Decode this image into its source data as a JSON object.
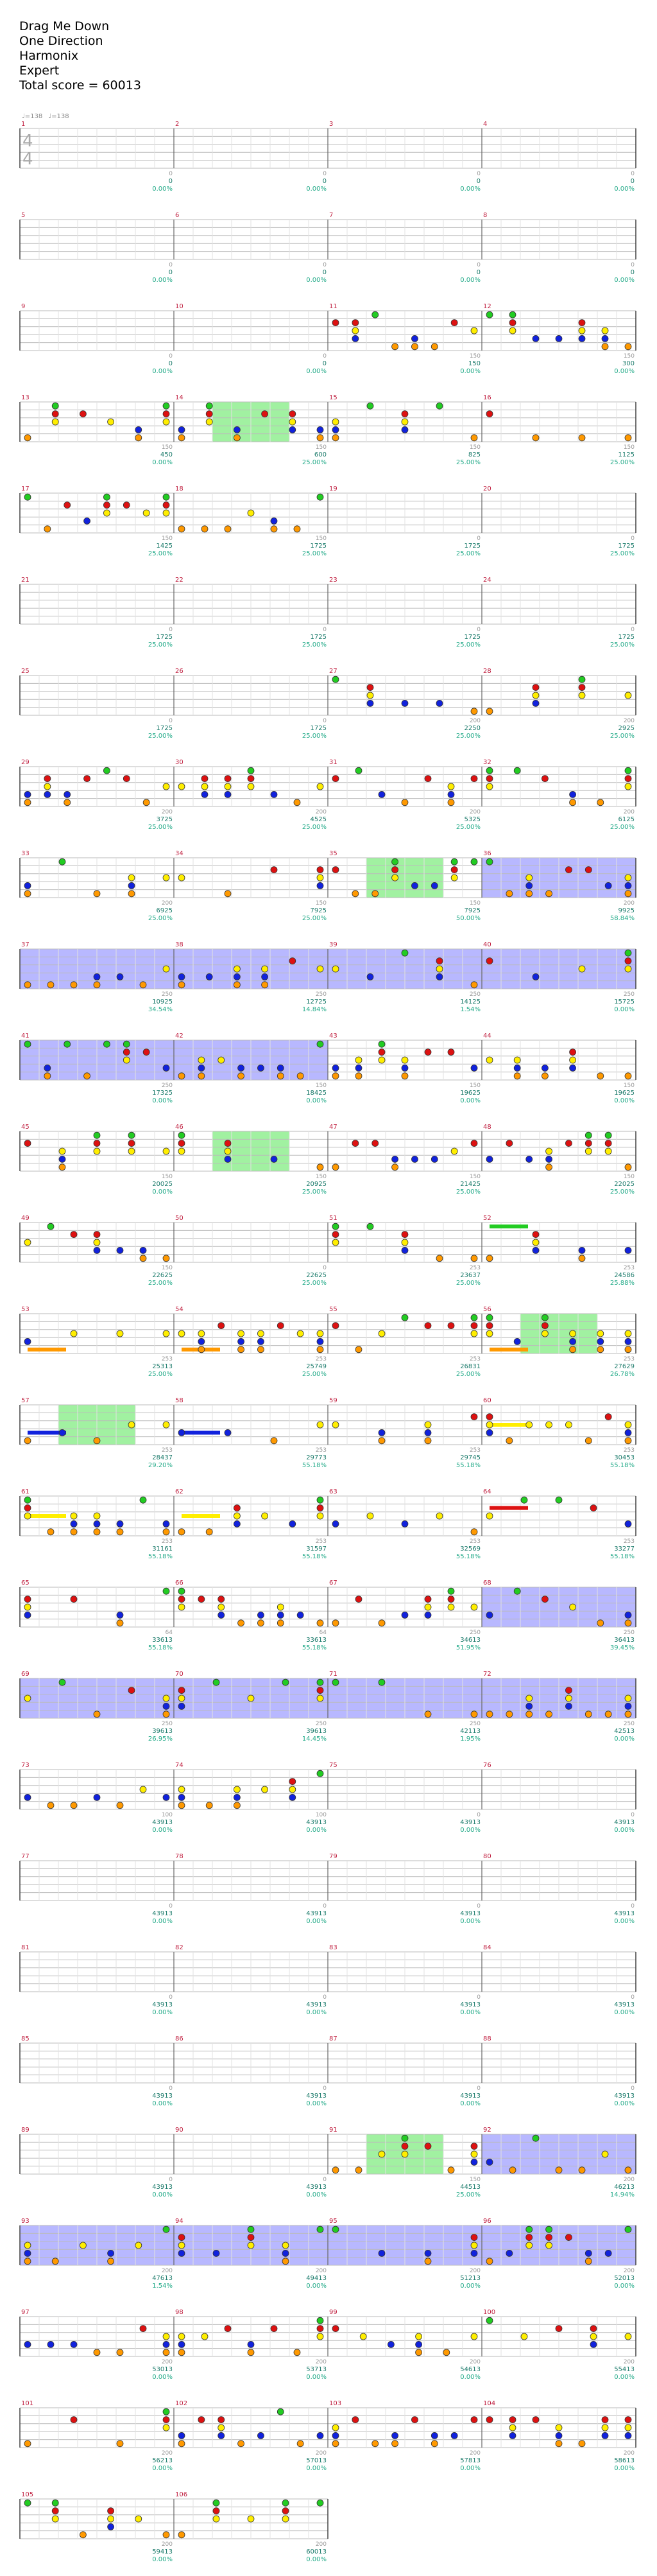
{
  "header": {
    "song_title": "Drag Me Down",
    "artist": "One Direction",
    "charter": "Harmonix",
    "difficulty": "Expert",
    "total_score_text": "Total score = 60013"
  },
  "tempo_markers": [
    "♩=138",
    "♩=138"
  ],
  "time_signature": {
    "numerator": "4",
    "denominator": "4"
  },
  "colors": {
    "green": "#22cc22",
    "red": "#dd1111",
    "yellow": "#ffee00",
    "blue": "#1122dd",
    "orange": "#ff9900",
    "star_power": "#90ee90",
    "overdrive": "#8888ff",
    "measure_number": "#c02040",
    "score_text": "#1a7a6a",
    "percent_text": "#22aa88",
    "notes_count": "#999999"
  },
  "measures": [
    {
      "num": 1,
      "count": "0",
      "score": "0",
      "pct": "0.00%"
    },
    {
      "num": 2,
      "count": "0",
      "score": "0",
      "pct": "0.00%"
    },
    {
      "num": 3,
      "count": "0",
      "score": "0",
      "pct": "0.00%"
    },
    {
      "num": 4,
      "count": "0",
      "score": "0",
      "pct": "0.00%"
    },
    {
      "num": 5,
      "count": "0",
      "score": "0",
      "pct": "0.00%"
    },
    {
      "num": 6,
      "count": "0",
      "score": "0",
      "pct": "0.00%"
    },
    {
      "num": 7,
      "count": "0",
      "score": "0",
      "pct": "0.00%"
    },
    {
      "num": 8,
      "count": "0",
      "score": "0",
      "pct": "0.00%"
    },
    {
      "num": 9,
      "count": "0",
      "score": "0",
      "pct": "0.00%"
    },
    {
      "num": 10,
      "count": "0",
      "score": "0",
      "pct": "0.00%"
    },
    {
      "num": 11,
      "count": "150",
      "score": "150",
      "pct": "0.00%"
    },
    {
      "num": 12,
      "count": "150",
      "score": "300",
      "pct": "0.00%"
    },
    {
      "num": 13,
      "count": "150",
      "score": "450",
      "pct": "0.00%"
    },
    {
      "num": 14,
      "count": "150",
      "score": "600",
      "pct": "25.00%"
    },
    {
      "num": 15,
      "count": "150",
      "score": "825",
      "pct": "25.00%"
    },
    {
      "num": 16,
      "count": "150",
      "score": "1125",
      "pct": "25.00%"
    },
    {
      "num": 17,
      "count": "150",
      "score": "1425",
      "pct": "25.00%"
    },
    {
      "num": 18,
      "count": "150",
      "score": "1725",
      "pct": "25.00%"
    },
    {
      "num": 19,
      "count": "0",
      "score": "1725",
      "pct": "25.00%"
    },
    {
      "num": 20,
      "count": "0",
      "score": "1725",
      "pct": "25.00%"
    },
    {
      "num": 21,
      "count": "0",
      "score": "1725",
      "pct": "25.00%"
    },
    {
      "num": 22,
      "count": "0",
      "score": "1725",
      "pct": "25.00%"
    },
    {
      "num": 23,
      "count": "0",
      "score": "1725",
      "pct": "25.00%"
    },
    {
      "num": 24,
      "count": "0",
      "score": "1725",
      "pct": "25.00%"
    },
    {
      "num": 25,
      "count": "0",
      "score": "1725",
      "pct": "25.00%"
    },
    {
      "num": 26,
      "count": "0",
      "score": "1725",
      "pct": "25.00%"
    },
    {
      "num": 27,
      "count": "200",
      "score": "2250",
      "pct": "25.00%"
    },
    {
      "num": 28,
      "count": "200",
      "score": "2925",
      "pct": "25.00%"
    },
    {
      "num": 29,
      "count": "200",
      "score": "3725",
      "pct": "25.00%"
    },
    {
      "num": 30,
      "count": "200",
      "score": "4525",
      "pct": "25.00%"
    },
    {
      "num": 31,
      "count": "200",
      "score": "5325",
      "pct": "25.00%"
    },
    {
      "num": 32,
      "count": "200",
      "score": "6125",
      "pct": "25.00%"
    },
    {
      "num": 33,
      "count": "200",
      "score": "6925",
      "pct": "25.00%"
    },
    {
      "num": 34,
      "count": "150",
      "score": "7925",
      "pct": "25.00%"
    },
    {
      "num": 35,
      "count": "150",
      "score": "7925",
      "pct": "50.00%"
    },
    {
      "num": 36,
      "count": "200",
      "score": "9925",
      "pct": "58.84%"
    },
    {
      "num": 37,
      "count": "250",
      "score": "10925",
      "pct": "34.54%"
    },
    {
      "num": 38,
      "count": "250",
      "score": "12725",
      "pct": "14.84%"
    },
    {
      "num": 39,
      "count": "250",
      "score": "14125",
      "pct": "1.54%"
    },
    {
      "num": 40,
      "count": "250",
      "score": "15725",
      "pct": "0.00%"
    },
    {
      "num": 41,
      "count": "250",
      "score": "17325",
      "pct": "0.00%"
    },
    {
      "num": 42,
      "count": "150",
      "score": "18425",
      "pct": "0.00%"
    },
    {
      "num": 43,
      "count": "150",
      "score": "19625",
      "pct": "0.00%"
    },
    {
      "num": 44,
      "count": "150",
      "score": "19625",
      "pct": "0.00%"
    },
    {
      "num": 45,
      "count": "150",
      "score": "20025",
      "pct": "0.00%"
    },
    {
      "num": 46,
      "count": "150",
      "score": "20925",
      "pct": "25.00%"
    },
    {
      "num": 47,
      "count": "150",
      "score": "21425",
      "pct": "25.00%"
    },
    {
      "num": 48,
      "count": "150",
      "score": "22025",
      "pct": "25.00%"
    },
    {
      "num": 49,
      "count": "150",
      "score": "22625",
      "pct": "25.00%"
    },
    {
      "num": 50,
      "count": "0",
      "score": "22625",
      "pct": "25.00%"
    },
    {
      "num": 51,
      "count": "253",
      "score": "23637",
      "pct": "25.00%"
    },
    {
      "num": 52,
      "count": "253",
      "score": "24586",
      "pct": "25.88%"
    },
    {
      "num": 53,
      "count": "253",
      "score": "25313",
      "pct": "25.00%"
    },
    {
      "num": 54,
      "count": "253",
      "score": "25749",
      "pct": "25.00%"
    },
    {
      "num": 55,
      "count": "253",
      "score": "26831",
      "pct": "25.00%"
    },
    {
      "num": 56,
      "count": "253",
      "score": "27629",
      "pct": "26.78%"
    },
    {
      "num": 57,
      "count": "253",
      "score": "28437",
      "pct": "29.20%"
    },
    {
      "num": 58,
      "count": "253",
      "score": "29773",
      "pct": "55.18%"
    },
    {
      "num": 59,
      "count": "253",
      "score": "29745",
      "pct": "55.18%"
    },
    {
      "num": 60,
      "count": "253",
      "score": "30453",
      "pct": "55.18%"
    },
    {
      "num": 61,
      "count": "253",
      "score": "31161",
      "pct": "55.18%"
    },
    {
      "num": 62,
      "count": "253",
      "score": "31597",
      "pct": "55.18%"
    },
    {
      "num": 63,
      "count": "253",
      "score": "32569",
      "pct": "55.18%"
    },
    {
      "num": 64,
      "count": "253",
      "score": "33277",
      "pct": "55.18%"
    },
    {
      "num": 65,
      "count": "64",
      "score": "33613",
      "pct": "55.18%"
    },
    {
      "num": 66,
      "count": "64",
      "score": "33613",
      "pct": "55.18%"
    },
    {
      "num": 67,
      "count": "250",
      "score": "34613",
      "pct": "51.95%"
    },
    {
      "num": 68,
      "count": "250",
      "score": "36413",
      "pct": "39.45%"
    },
    {
      "num": 69,
      "count": "250",
      "score": "39613",
      "pct": "26.95%"
    },
    {
      "num": 70,
      "count": "250",
      "score": "39613",
      "pct": "14.45%"
    },
    {
      "num": 71,
      "count": "250",
      "score": "42113",
      "pct": "1.95%"
    },
    {
      "num": 72,
      "count": "250",
      "score": "42513",
      "pct": "0.00%"
    },
    {
      "num": 73,
      "count": "100",
      "score": "43913",
      "pct": "0.00%"
    },
    {
      "num": 74,
      "count": "100",
      "score": "43913",
      "pct": "0.00%"
    },
    {
      "num": 75,
      "count": "0",
      "score": "43913",
      "pct": "0.00%"
    },
    {
      "num": 76,
      "count": "0",
      "score": "43913",
      "pct": "0.00%"
    },
    {
      "num": 77,
      "count": "0",
      "score": "43913",
      "pct": "0.00%"
    },
    {
      "num": 78,
      "count": "0",
      "score": "43913",
      "pct": "0.00%"
    },
    {
      "num": 79,
      "count": "0",
      "score": "43913",
      "pct": "0.00%"
    },
    {
      "num": 80,
      "count": "0",
      "score": "43913",
      "pct": "0.00%"
    },
    {
      "num": 81,
      "count": "0",
      "score": "43913",
      "pct": "0.00%"
    },
    {
      "num": 82,
      "count": "0",
      "score": "43913",
      "pct": "0.00%"
    },
    {
      "num": 83,
      "count": "0",
      "score": "43913",
      "pct": "0.00%"
    },
    {
      "num": 84,
      "count": "0",
      "score": "43913",
      "pct": "0.00%"
    },
    {
      "num": 85,
      "count": "0",
      "score": "43913",
      "pct": "0.00%"
    },
    {
      "num": 86,
      "count": "0",
      "score": "43913",
      "pct": "0.00%"
    },
    {
      "num": 87,
      "count": "0",
      "score": "43913",
      "pct": "0.00%"
    },
    {
      "num": 88,
      "count": "0",
      "score": "43913",
      "pct": "0.00%"
    },
    {
      "num": 89,
      "count": "0",
      "score": "43913",
      "pct": "0.00%"
    },
    {
      "num": 90,
      "count": "0",
      "score": "43913",
      "pct": "0.00%"
    },
    {
      "num": 91,
      "count": "150",
      "score": "44513",
      "pct": "25.00%"
    },
    {
      "num": 92,
      "count": "200",
      "score": "46213",
      "pct": "14.94%"
    },
    {
      "num": 93,
      "count": "200",
      "score": "47613",
      "pct": "1.54%"
    },
    {
      "num": 94,
      "count": "200",
      "score": "49413",
      "pct": "0.00%"
    },
    {
      "num": 95,
      "count": "200",
      "score": "51213",
      "pct": "0.00%"
    },
    {
      "num": 96,
      "count": "200",
      "score": "52013",
      "pct": "0.00%"
    },
    {
      "num": 97,
      "count": "200",
      "score": "53013",
      "pct": "0.00%"
    },
    {
      "num": 98,
      "count": "200",
      "score": "53713",
      "pct": "0.00%"
    },
    {
      "num": 99,
      "count": "200",
      "score": "54613",
      "pct": "0.00%"
    },
    {
      "num": 100,
      "count": "200",
      "score": "55413",
      "pct": "0.00%"
    },
    {
      "num": 101,
      "count": "200",
      "score": "56213",
      "pct": "0.00%"
    },
    {
      "num": 102,
      "count": "200",
      "score": "57013",
      "pct": "0.00%"
    },
    {
      "num": 103,
      "count": "200",
      "score": "57813",
      "pct": "0.00%"
    },
    {
      "num": 104,
      "count": "200",
      "score": "58613",
      "pct": "0.00%"
    },
    {
      "num": 105,
      "count": "200",
      "score": "59413",
      "pct": "0.00%"
    },
    {
      "num": 106,
      "count": "200",
      "score": "60013",
      "pct": "0.00%"
    }
  ],
  "star_power_measures": [
    14,
    35,
    46,
    56,
    57,
    91
  ],
  "overdrive_measures": [
    36,
    37,
    38,
    39,
    40,
    41,
    42,
    68,
    69,
    70,
    71,
    72,
    92,
    93,
    94,
    95,
    96
  ],
  "sustain_measures": [
    52,
    53,
    54,
    56,
    57,
    58,
    60,
    61,
    62,
    64
  ]
}
